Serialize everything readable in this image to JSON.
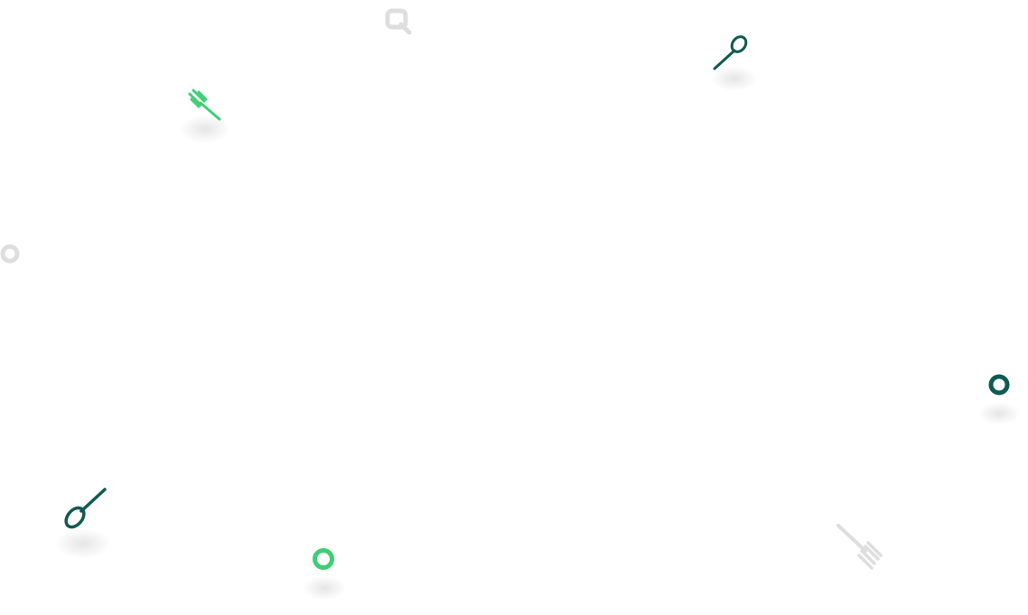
{
  "colors": {
    "dark_green": "#0f5a52",
    "bright_green": "#3ecf74",
    "light_gray": "#dedede",
    "background": "#ffffff"
  },
  "icons": [
    {
      "name": "magnifier-icon",
      "color": "light_gray"
    },
    {
      "name": "spoon-icon",
      "color": "dark_green"
    },
    {
      "name": "fork-icon",
      "color": "bright_green"
    },
    {
      "name": "ring-icon",
      "color": "light_gray"
    },
    {
      "name": "ring-icon",
      "color": "dark_green"
    },
    {
      "name": "spoon-icon",
      "color": "dark_green"
    },
    {
      "name": "ring-icon",
      "color": "bright_green"
    },
    {
      "name": "fork-icon",
      "color": "light_gray"
    }
  ]
}
